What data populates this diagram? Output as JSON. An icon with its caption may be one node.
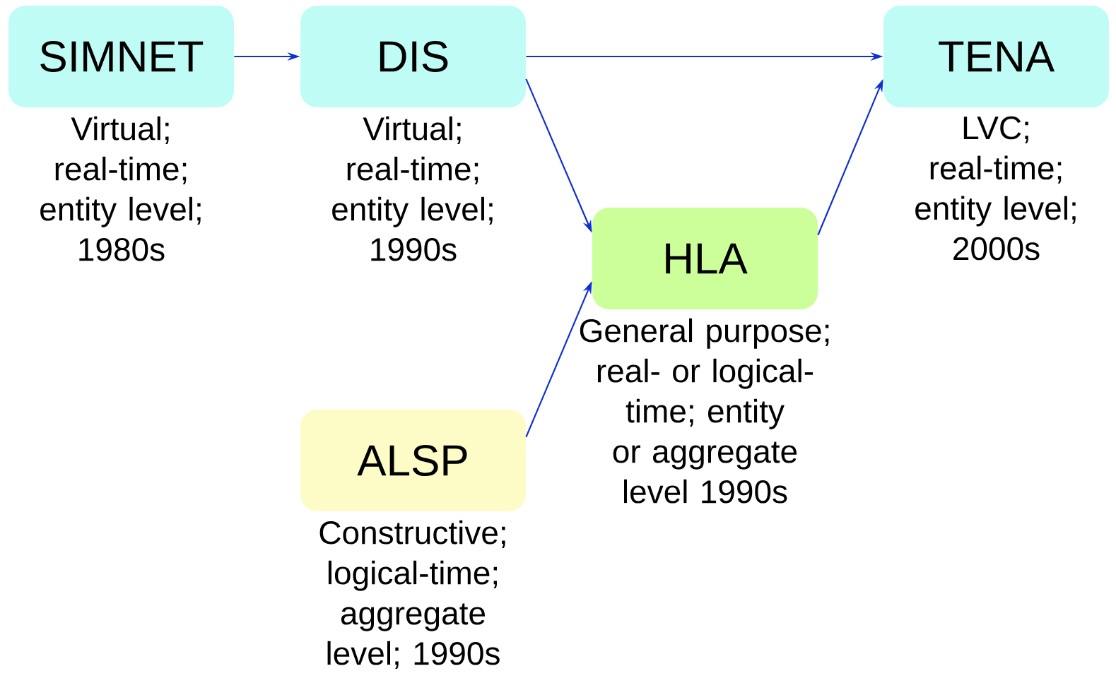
{
  "diagram": {
    "nodes": [
      {
        "text": [
          "SIMNET"
        ],
        "beside": [
          "Virtual; real-time; entity level; 1980s"
        ]
      },
      {
        "text": [
          "DIS"
        ],
        "beside": [
          "Virtual; real-time; entity level; 1990s"
        ]
      },
      {
        "text": [
          "TENA"
        ],
        "beside": [
          "LVC; real-time; entity level; 2000s"
        ]
      },
      {
        "text": [
          "HLA"
        ],
        "beside": [
          "General purpose; real- or logical-time; entity or aggregate level 1990s"
        ]
      },
      {
        "text": [
          "ALSP"
        ],
        "beside": [
          "Constructive; logical-time; aggregate level; 1990s"
        ]
      }
    ],
    "edges": [
      {
        "from": 0,
        "to": 1,
        "arrow": "to"
      },
      {
        "from": 1,
        "to": 2,
        "arrow": "to"
      },
      {
        "from": 1,
        "to": 3,
        "arrow": "to"
      },
      {
        "from": 4,
        "to": 3,
        "arrow": "to"
      },
      {
        "from": 3,
        "to": 2,
        "arrow": "to"
      }
    ]
  }
}
